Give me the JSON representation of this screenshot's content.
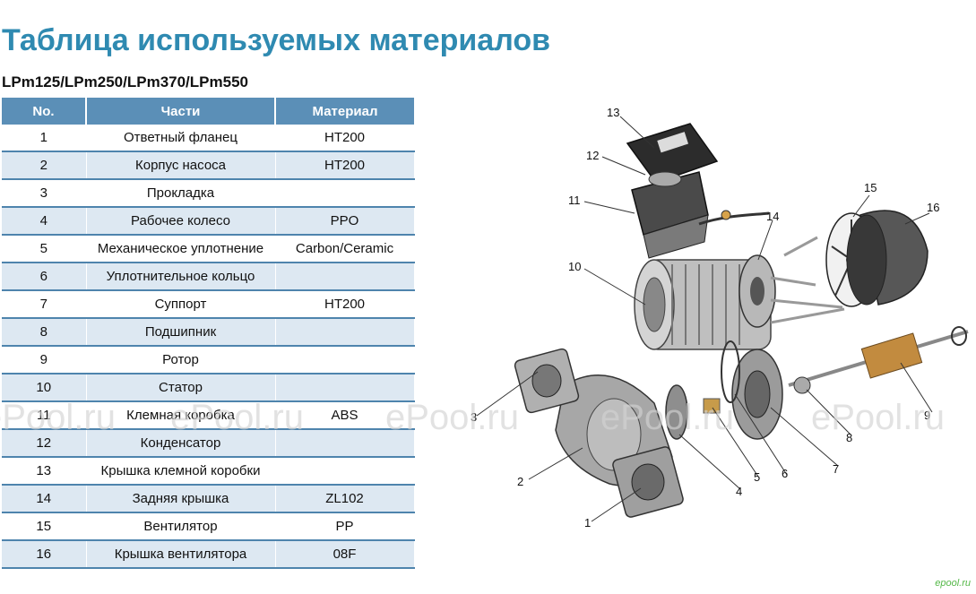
{
  "header": {
    "title": "Таблица используемых материалов",
    "models": "LPm125/LPm250/LPm370/LPm550"
  },
  "table": {
    "columns": [
      "No.",
      "Части",
      "Материал"
    ],
    "rows": [
      {
        "no": "1",
        "part": "Ответный фланец",
        "material": "HT200"
      },
      {
        "no": "2",
        "part": "Корпус насоса",
        "material": "HT200"
      },
      {
        "no": "3",
        "part": "Прокладка",
        "material": ""
      },
      {
        "no": "4",
        "part": "Рабочее колесо",
        "material": "PPO"
      },
      {
        "no": "5",
        "part": "Механическое уплотнение",
        "material": "Carbon/Ceramic"
      },
      {
        "no": "6",
        "part": "Уплотнительное кольцо",
        "material": ""
      },
      {
        "no": "7",
        "part": "Суппорт",
        "material": "HT200"
      },
      {
        "no": "8",
        "part": "Подшипник",
        "material": ""
      },
      {
        "no": "9",
        "part": "Ротор",
        "material": ""
      },
      {
        "no": "10",
        "part": "Статор",
        "material": ""
      },
      {
        "no": "11",
        "part": "Клемная коробка",
        "material": "ABS"
      },
      {
        "no": "12",
        "part": "Конденсатор",
        "material": ""
      },
      {
        "no": "13",
        "part": "Крышка клемной коробки",
        "material": ""
      },
      {
        "no": "14",
        "part": "Задняя крышка",
        "material": "ZL102"
      },
      {
        "no": "15",
        "part": "Вентилятор",
        "material": "PP"
      },
      {
        "no": "16",
        "part": "Крышка вентилятора",
        "material": "08F"
      }
    ]
  },
  "diagram": {
    "labels": [
      "1",
      "2",
      "3",
      "4",
      "5",
      "6",
      "7",
      "8",
      "9",
      "10",
      "11",
      "12",
      "13",
      "14",
      "15",
      "16"
    ]
  },
  "watermark": {
    "text": "ePool.ru",
    "corner": "epool.ru"
  },
  "colors": {
    "title": "#2f8ab1",
    "header_bg": "#5b8fb7",
    "row_alt_bg": "#dde8f2",
    "row_border": "#4e84ad"
  }
}
